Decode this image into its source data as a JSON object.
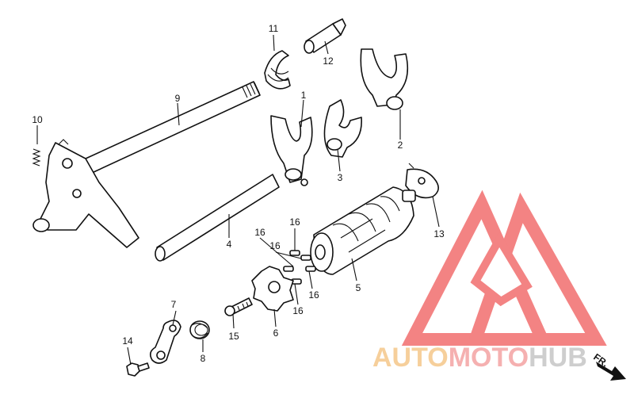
{
  "callouts": [
    {
      "id": "1",
      "label": "1"
    },
    {
      "id": "2",
      "label": "2"
    },
    {
      "id": "3",
      "label": "3"
    },
    {
      "id": "4",
      "label": "4"
    },
    {
      "id": "5",
      "label": "5"
    },
    {
      "id": "6",
      "label": "6"
    },
    {
      "id": "7",
      "label": "7"
    },
    {
      "id": "8",
      "label": "8"
    },
    {
      "id": "9",
      "label": "9"
    },
    {
      "id": "10",
      "label": "10"
    },
    {
      "id": "11",
      "label": "11"
    },
    {
      "id": "12",
      "label": "12"
    },
    {
      "id": "13",
      "label": "13"
    },
    {
      "id": "14",
      "label": "14"
    },
    {
      "id": "15",
      "label": "15"
    },
    {
      "id": "16a",
      "label": "16"
    },
    {
      "id": "16b",
      "label": "16"
    },
    {
      "id": "16c",
      "label": "16"
    },
    {
      "id": "16d",
      "label": "16"
    },
    {
      "id": "16e",
      "label": "16"
    }
  ],
  "watermark": {
    "part1": "AUTO",
    "part2": "MOTO",
    "part3": "HUB",
    "color_primary": "#f5c78a",
    "color_secondary": "#f4a3a3",
    "color_gray": "#c9c9c9",
    "triangle_color": "#ef5a5a"
  },
  "direction_marker": {
    "label": "FR."
  },
  "icons": [
    "arrow-right-icon",
    "logo-triangle-icon"
  ]
}
